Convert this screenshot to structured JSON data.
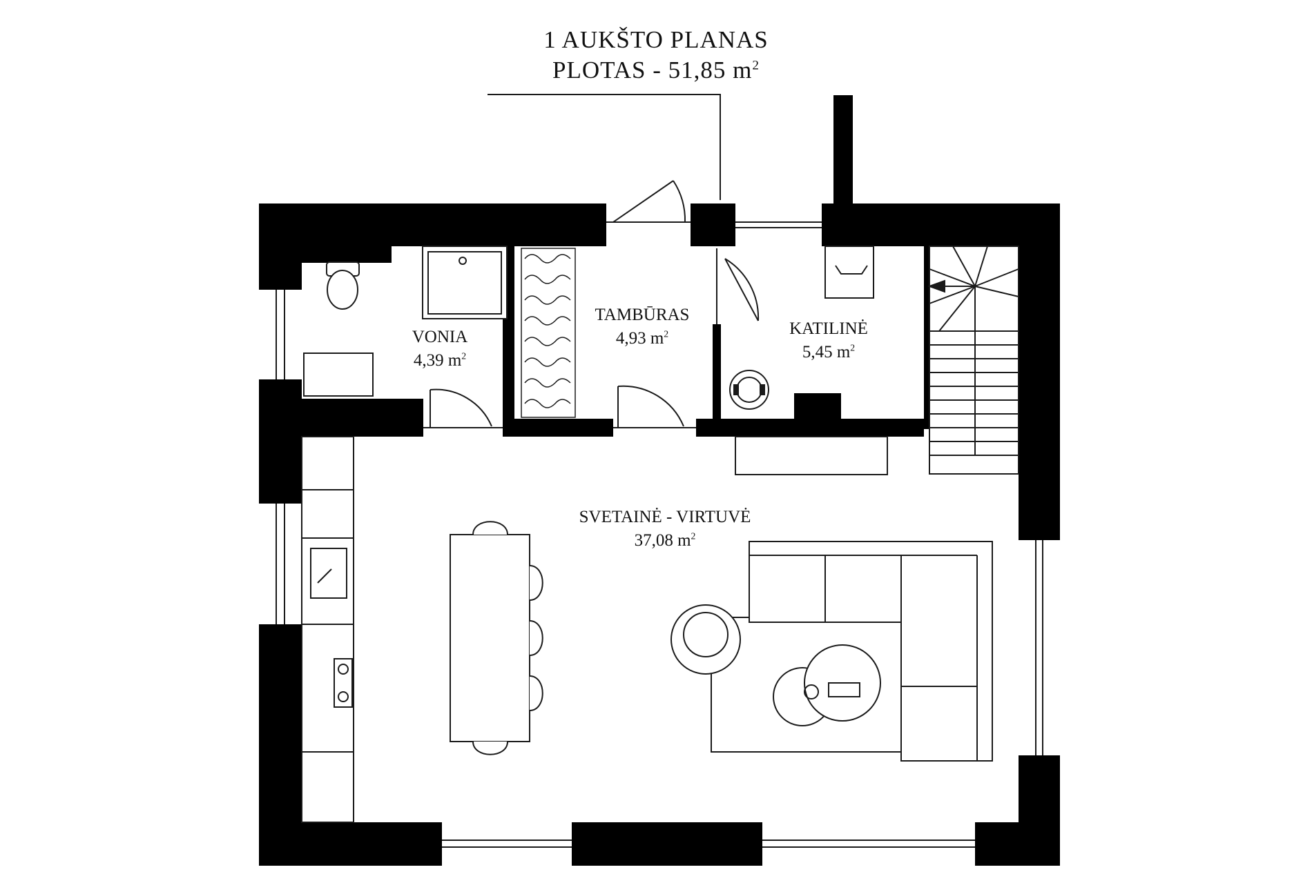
{
  "title": {
    "line1": "1 AUKŠTO PLANAS",
    "line2_prefix": "PLOTAS - 51,85 m",
    "line2_sup": "2"
  },
  "rooms": [
    {
      "name": "VONIA",
      "area": "4,39 m",
      "sup": "2"
    },
    {
      "name": "TAMBŪRAS",
      "area": "4,93 m",
      "sup": "2"
    },
    {
      "name": "KATILINĖ",
      "area": "5,45 m",
      "sup": "2"
    },
    {
      "name": "SVETAINĖ - VIRTUVĖ",
      "area": "37,08 m",
      "sup": "2"
    }
  ],
  "colors": {
    "wall": "#000000",
    "line": "#1a1a1a",
    "background": "#ffffff"
  }
}
